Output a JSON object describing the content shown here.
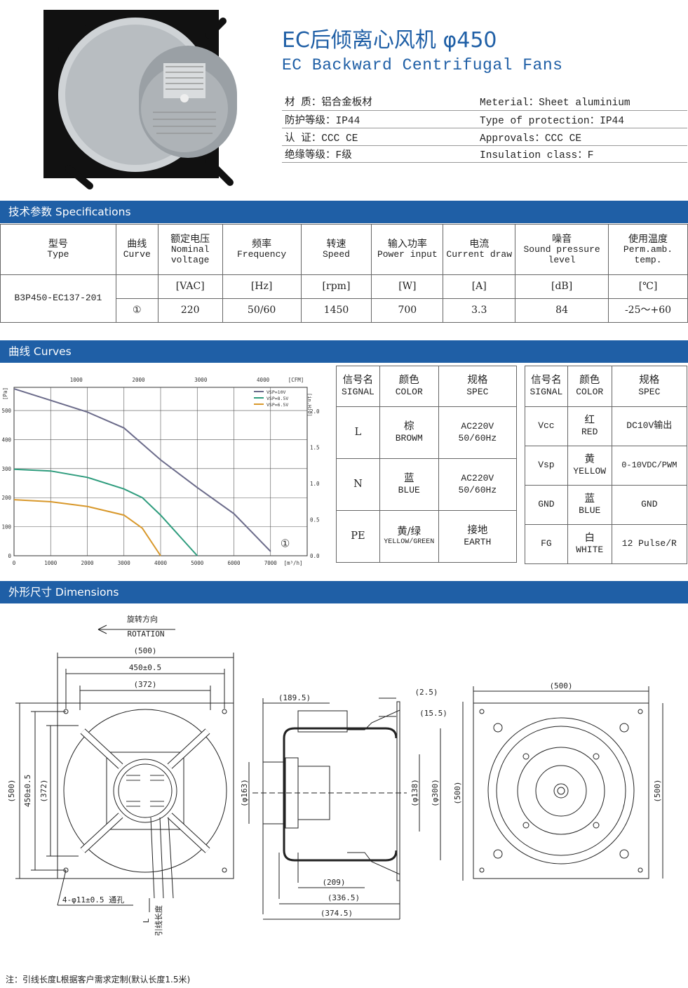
{
  "header": {
    "title_cn": "EC后倾离心风机  φ450",
    "title_en": "EC Backward Centrifugal Fans"
  },
  "properties": [
    {
      "cn": "材    质：铝合金板材",
      "en": "Meterial：Sheet aluminium"
    },
    {
      "cn": "防护等级：IP44",
      "en": "Type of protection：IP44"
    },
    {
      "cn": "认    证：CCC CE",
      "en": "Approvals：CCC CE"
    },
    {
      "cn": "绝缘等级：F级",
      "en": "Insulation class：F"
    }
  ],
  "spec_section": {
    "label": "技术参数 Specifications",
    "headers": [
      {
        "cn": "型号",
        "en": "Type"
      },
      {
        "cn": "曲线",
        "en": "Curve"
      },
      {
        "cn": "额定电压",
        "en": "Nominal voltage"
      },
      {
        "cn": "频率",
        "en": "Frequency"
      },
      {
        "cn": "转速",
        "en": "Speed"
      },
      {
        "cn": "输入功率",
        "en": "Power input"
      },
      {
        "cn": "电流",
        "en": "Current draw"
      },
      {
        "cn": "噪音",
        "en": "Sound pressure level"
      },
      {
        "cn": "使用温度",
        "en": "Perm.amb. temp."
      }
    ],
    "units": [
      "[VAC]",
      "[Hz]",
      "[rpm]",
      "[W]",
      "[A]",
      "[dB]",
      "[℃]"
    ],
    "model": "B3P450-EC137-201",
    "row": {
      "curve": "①",
      "voltage": "220",
      "frequency": "50/60",
      "speed": "1450",
      "power": "700",
      "current": "3.3",
      "noise": "84",
      "temp": "-25～+60"
    }
  },
  "curves_section": {
    "label": "曲线 Curves"
  },
  "chart_data": {
    "type": "line",
    "top_axis_label": "[CFM]",
    "top_ticks": [
      "1000",
      "2000",
      "3000",
      "4000"
    ],
    "xlabel": "[m³/h]",
    "x_ticks": [
      "0",
      "1000",
      "2000",
      "3000",
      "4000",
      "5000",
      "6000",
      "7000"
    ],
    "ylabel": "[Pa]",
    "y_ticks": [
      "0",
      "100",
      "200",
      "300",
      "400",
      "500"
    ],
    "right_label": "[in.H₂O]",
    "right_ticks": [
      "0.0",
      "0.5",
      "1.0",
      "1.5",
      "2.0"
    ],
    "xlim": [
      0,
      8000
    ],
    "ylim": [
      0,
      580
    ],
    "curve_marker": "①",
    "series": [
      {
        "name": "VSP=10V",
        "color": "#6b6b8a",
        "points": [
          [
            0,
            575
          ],
          [
            1000,
            535
          ],
          [
            2000,
            495
          ],
          [
            3000,
            440
          ],
          [
            4000,
            330
          ],
          [
            5000,
            235
          ],
          [
            6000,
            145
          ],
          [
            7000,
            15
          ]
        ]
      },
      {
        "name": "VSP=8.5V",
        "color": "#2e9c7d",
        "points": [
          [
            0,
            298
          ],
          [
            1000,
            292
          ],
          [
            2000,
            270
          ],
          [
            3000,
            230
          ],
          [
            3500,
            200
          ],
          [
            4000,
            140
          ],
          [
            4500,
            70
          ],
          [
            5000,
            0
          ]
        ]
      },
      {
        "name": "VSP=6.5V",
        "color": "#d8982b",
        "points": [
          [
            0,
            193
          ],
          [
            1000,
            186
          ],
          [
            2000,
            170
          ],
          [
            3000,
            140
          ],
          [
            3500,
            95
          ],
          [
            4000,
            0
          ]
        ]
      }
    ]
  },
  "signal_table_1": {
    "headers": [
      {
        "cn": "信号名",
        "en": "SIGNAL"
      },
      {
        "cn": "颜色",
        "en": "COLOR"
      },
      {
        "cn": "规格",
        "en": "SPEC"
      }
    ],
    "rows": [
      {
        "signal": "L",
        "color_cn": "棕",
        "color_en": "BROWM",
        "spec1": "AC220V",
        "spec2": "50/60Hz"
      },
      {
        "signal": "N",
        "color_cn": "蓝",
        "color_en": "BLUE",
        "spec1": "AC220V",
        "spec2": "50/60Hz"
      },
      {
        "signal": "PE",
        "color_cn": "黄/绿",
        "color_en": "YELLOW/GREEN",
        "spec1": "接地",
        "spec2": "EARTH"
      }
    ]
  },
  "signal_table_2": {
    "headers": [
      {
        "cn": "信号名",
        "en": "SIGNAL"
      },
      {
        "cn": "颜色",
        "en": "COLOR"
      },
      {
        "cn": "规格",
        "en": "SPEC"
      }
    ],
    "rows": [
      {
        "signal": "Vcc",
        "color_cn": "红",
        "color_en": "RED",
        "spec": "DC10V输出"
      },
      {
        "signal": "Vsp",
        "color_cn": "黄",
        "color_en": "YELLOW",
        "spec": "0-10VDC/PWM"
      },
      {
        "signal": "GND",
        "color_cn": "蓝",
        "color_en": "BLUE",
        "spec": "GND"
      },
      {
        "signal": "FG",
        "color_cn": "白",
        "color_en": "WHITE",
        "spec": "12 Pulse/R"
      }
    ]
  },
  "dimensions_section": {
    "label": "外形尺寸 Dimensions",
    "rotation_cn": "旋转方向",
    "rotation_en": "ROTATION",
    "front": {
      "d500": "(500)",
      "d450": "450±0.5",
      "d372": "(372)",
      "v500": "(500)",
      "v450": "450±0.5",
      "v372": "(372)",
      "holes": "4-φ11±0.5 通孔",
      "lead_l": "L",
      "lead_label": "引线长度"
    },
    "side": {
      "d189": "(189.5)",
      "d2_5": "(2.5)",
      "d15_5": "(15.5)",
      "d163": "(φ163)",
      "d138": "(φ138)",
      "d300": "(φ300)",
      "d500": "(500)",
      "d209": "(209)",
      "d336": "(336.5)",
      "d374": "(374.5)"
    },
    "back": {
      "d500h": "(500)",
      "d500v": "(500)"
    }
  },
  "footnote": "注：引线长度L根据客户需求定制(默认长度1.5米)",
  "colors": {
    "brand_blue": "#1f5fa6"
  }
}
